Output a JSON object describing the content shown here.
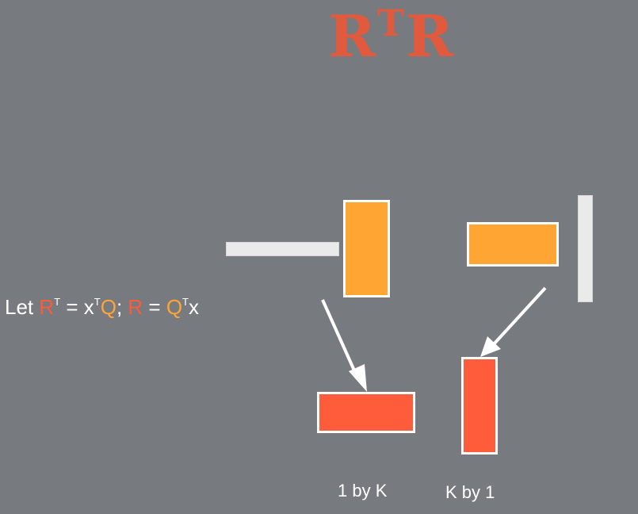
{
  "title": {
    "base_left": "R",
    "superscript": "T",
    "base_right": "R"
  },
  "equation": {
    "let": "Let ",
    "r1": "R",
    "sup_t1": "T",
    "eq1": " = x",
    "sup_t2": "T",
    "q1": "Q",
    "sep": "; ",
    "r2": "R",
    "eq2": " = ",
    "q2": "Q",
    "sup_t3": "T",
    "x": "x"
  },
  "labels": {
    "left": "1 by K",
    "right": "K by 1"
  },
  "colors": {
    "background": "#777a7f",
    "title": "#e15a3e",
    "orange": "#ffa533",
    "red": "#ff5c3c",
    "white": "#ffffff",
    "light_gray": "#eaeaea"
  }
}
